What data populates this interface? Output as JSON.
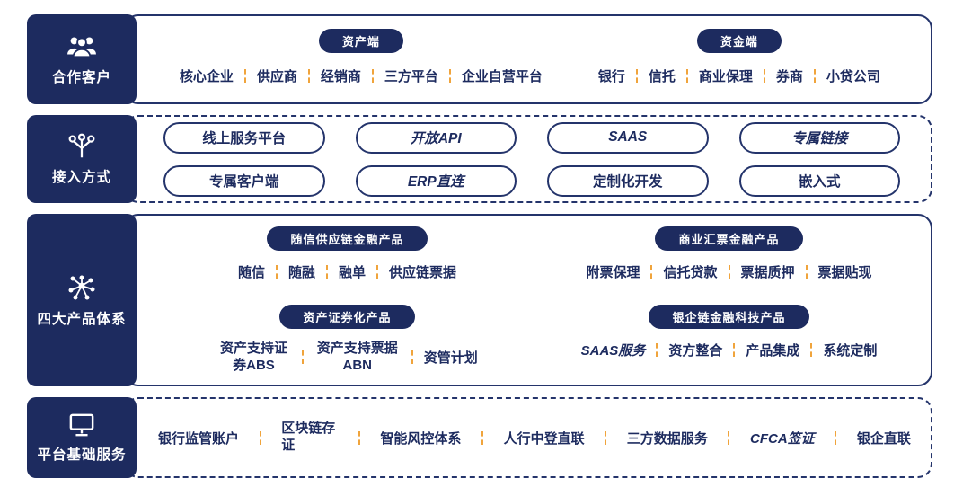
{
  "colors": {
    "navy": "#1d2b5f",
    "separator": "#f0a43c"
  },
  "row1": {
    "label": "合作客户",
    "asset": {
      "badge": "资产端",
      "items": [
        "核心企业",
        "供应商",
        "经销商",
        "三方平台",
        "企业自营平台"
      ]
    },
    "fund": {
      "badge": "资金端",
      "items": [
        "银行",
        "信托",
        "商业保理",
        "券商",
        "小贷公司"
      ]
    }
  },
  "row2": {
    "label": "接入方式",
    "pills": [
      "线上服务平台",
      "开放API",
      "SAAS",
      "专属链接",
      "专属客户端",
      "ERP直连",
      "定制化开发",
      "嵌入式"
    ]
  },
  "row3": {
    "label": "四大产品体系",
    "groups": [
      {
        "badge": "随信供应链金融产品",
        "items": [
          "随信",
          "随融",
          "融单",
          "供应链票据"
        ]
      },
      {
        "badge": "商业汇票金融产品",
        "items": [
          "附票保理",
          "信托贷款",
          "票据质押",
          "票据贴现"
        ]
      },
      {
        "badge": "资产证券化产品",
        "items": [
          "资产支持证券ABS",
          "资产支持票据ABN",
          "资管计划"
        ]
      },
      {
        "badge": "银企链金融科技产品",
        "items": [
          "SAAS服务",
          "资方整合",
          "产品集成",
          "系统定制"
        ]
      }
    ]
  },
  "row4": {
    "label": "平台基础服务",
    "items": [
      "银行监管账户",
      "区块链存证",
      "智能风控体系",
      "人行中登直联",
      "三方数据服务",
      "CFCA签证",
      "银企直联"
    ]
  }
}
